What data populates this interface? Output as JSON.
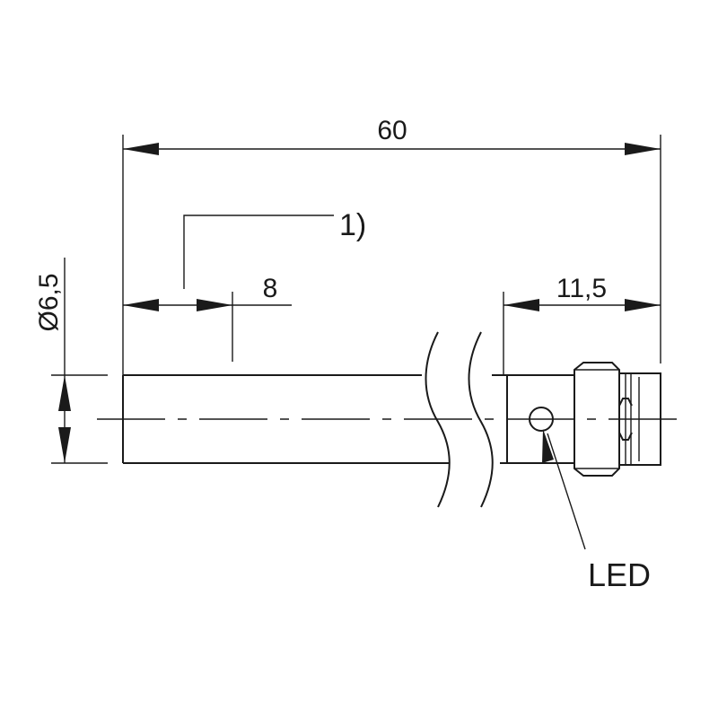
{
  "dimensions": {
    "overall_length": "60",
    "diameter": "Ø6,5",
    "sensing_offset": "8",
    "connector_length": "11,5"
  },
  "callouts": {
    "note_ref": "1)",
    "led": "LED"
  }
}
